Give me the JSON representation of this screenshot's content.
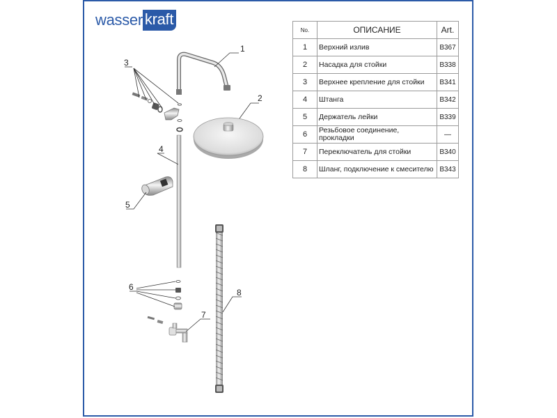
{
  "brand": {
    "part1": "wasser",
    "part2": "kraft"
  },
  "table": {
    "headers": {
      "no": "No.",
      "desc": "ОПИСАНИЕ",
      "art": "Art."
    },
    "rows": [
      {
        "no": "1",
        "desc": "Верхний излив",
        "art": "B367"
      },
      {
        "no": "2",
        "desc": "Насадка для стойки",
        "art": "B338"
      },
      {
        "no": "3",
        "desc": "Верхнее крепление для стойки",
        "art": "B341"
      },
      {
        "no": "4",
        "desc": "Штанга",
        "art": "B342"
      },
      {
        "no": "5",
        "desc": "Держатель лейки",
        "art": "B339"
      },
      {
        "no": "6",
        "desc": "Резьбовое соединение, прокладки",
        "art": "—"
      },
      {
        "no": "7",
        "desc": "Переключатель для стойки",
        "art": "B340"
      },
      {
        "no": "8",
        "desc": "Шланг, подключение к смесителю",
        "art": "B343"
      }
    ]
  },
  "callouts": [
    "1",
    "2",
    "3",
    "4",
    "5",
    "6",
    "7",
    "8"
  ],
  "colors": {
    "brand_blue": "#2b5aa8",
    "line": "#555555",
    "metal": "#cfcfcf"
  }
}
